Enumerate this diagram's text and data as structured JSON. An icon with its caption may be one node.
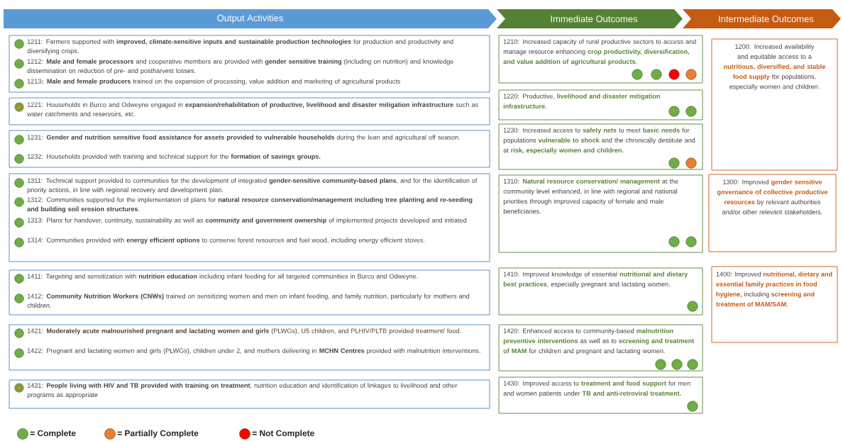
{
  "diagram": {
    "nodes": [
      {
        "text": [
          "Output Activities"
        ]
      },
      {
        "text": [
          "Immediate Outcomes"
        ]
      },
      {
        "text": [
          "Intermediate Outcomes"
        ]
      },
      {
        "text": [
          "1211: Farmers supported with **improved, climate-sensitive inputs and sustainable production technologies** for production and productivity and diversifying crops.",
          "1212: **Male and female processors** and cooperative members are provided with **gender sensitive training** (including on nutrition) and knowledge dissemination on reduction of pre- and postharvest losses.",
          "1213**: Male and female producers** trained on the expansion of processing, value addition and marketing of agricultural products"
        ]
      },
      {
        "text": [],
        "shape": "circle",
        "in": 3
      },
      {
        "text": [],
        "shape": "circle",
        "in": 3
      },
      {
        "text": [],
        "shape": "circle",
        "in": 3
      },
      {
        "text": [
          "1221: Households in Burco and Odweyne engaged in **expansion/rehabilitation of productive, livelihood and disaster mitigation infrastructure** such as water catchments and reservoirs, etc."
        ]
      },
      {
        "text": [],
        "shape": "circle",
        "in": 7
      },
      {
        "text": [
          "1231: **Gender and nutrition sensitive food assistance for assets provided to vulnerable households** during the lean and agricultural off season.",
          "1232: Households provided with training and technical support for the **formation of savings groups.**"
        ]
      },
      {
        "text": [],
        "shape": "circle",
        "in": 9
      },
      {
        "text": [],
        "shape": "circle",
        "in": 9
      },
      {
        "text": [
          "1311: Technical support provided to communities for the development of integrated **gender-sensitive community-based plans**, and for the identification of priority actions, in line with regional recovery and development plan.",
          "1312: Communities supported for the implementation of plans for **natural resource conservation/management including tree planting and re-seeding and building soil erosion structures**.",
          "1313: Plans for handover, continuity, sustainability as well as **community and  government ownership** of implemented projects developed and initiated",
          "1314: Communities provided with **energy efficient options** to conserve forest resources and fuel wood, including energy efficient stoves."
        ]
      },
      {
        "text": [],
        "shape": "circle",
        "in": 12
      },
      {
        "text": [],
        "shape": "circle",
        "in": 12
      },
      {
        "text": [],
        "shape": "circle",
        "in": 12
      },
      {
        "text": [],
        "shape": "circle",
        "in": 12
      },
      {
        "text": [
          "1411: Targeting and sensitization with **nutrition education** including infant feeding for all targeted communities in Burco and Odweyne.",
          "1412: **Community Nutrition Workers (CNWs)** trained on sensitizing women and men on infant feeding, and family nutrition, particularly for mothers and children."
        ]
      },
      {
        "text": [],
        "shape": "circle",
        "in": 17
      },
      {
        "text": [],
        "shape": "circle",
        "in": 17
      },
      {
        "text": [
          "1421: **Moderately acute malnourished pregnant and lactating women and girls** (PLWGs), U5 children, and PLHIV/PLTB provided treatment/ food.",
          "1422: Pregnant and lactating women and girls (PLWGs), children under 2, and mothers delivering in **MCHN Centres** provided with malnutrition interventions."
        ]
      },
      {
        "text": [],
        "shape": "circle",
        "in": 20
      },
      {
        "text": [],
        "shape": "circle",
        "in": 20
      },
      {
        "text": [
          "1431: **People living with HIV and TB provided with training on treatment**, nutrition education and identification of linkages to livelihood and other programs as appropriate"
        ]
      },
      {
        "text": [],
        "shape": "circle",
        "in": 23
      },
      {
        "text": [
          "1210: Increased capacity of rural productive sectors to access and manage resource enhancing **crop productivity, diversification, and value addition of agricultural products**."
        ]
      },
      {
        "text": [],
        "shape": "circle",
        "in": 25
      },
      {
        "text": [],
        "shape": "circle",
        "in": 25
      },
      {
        "text": [],
        "shape": "circle",
        "in": 25
      },
      {
        "text": [],
        "shape": "circle",
        "in": 25
      },
      {
        "text": [
          "1220: Productive, **livelihood and disaster mitigation infrastructure**."
        ]
      },
      {
        "text": [],
        "shape": "circle",
        "in": 30
      },
      {
        "text": [],
        "shape": "circle",
        "in": 30
      },
      {
        "text": [
          "1230: Increased access to **safety nets** to meet **basic needs** for populations **vulnerable to shock** and the chronically destitute and at **risk, especially women and children.**"
        ]
      },
      {
        "text": [],
        "shape": "circle",
        "in": 33
      },
      {
        "text": [],
        "shape": "circle",
        "in": 33
      },
      {
        "text": [
          "1310: **Natural resource conservation/ management** at the community level enhanced, in line with regional and national priorities through improved capacity of female and male beneficiaries."
        ]
      },
      {
        "text": [],
        "shape": "circle",
        "in": 36
      },
      {
        "text": [],
        "shape": "circle",
        "in": 36
      },
      {
        "text": [
          "1410: Improved knowledge of essential **nutritional and dietary best practices**, especially pregnant and lactating women."
        ]
      },
      {
        "text": [],
        "shape": "circle",
        "in": 39
      },
      {
        "text": [
          "1420: Enhanced access to community-based **malnutrition preventive interventions** as well as to **screening and treatment of MAM** for children and pregnant and lactating women."
        ]
      },
      {
        "text": [],
        "shape": "circle",
        "in": 41
      },
      {
        "text": [],
        "shape": "circle",
        "in": 41
      },
      {
        "text": [],
        "shape": "circle",
        "in": 41
      },
      {
        "text": [
          "1430: Improved access to **treatment and food support** for men and women patients under **TB and anti-retroviral treatment.**"
        ]
      },
      {
        "text": [],
        "shape": "circle",
        "in": 45
      },
      {
        "text": [
          "1200: Increased availability and equitable access to a **nutritious, diversified, and stable food supply** for populations, especially women and children."
        ]
      },
      {
        "text": [
          "1300: Improved **gender sensitive governance of collective productive resources** by relevant authorities and/or other relevant stakeholders."
        ]
      },
      {
        "text": [
          "1400: Improved **nutritional, dietary and essential family practices in food hygiene,** including **screening and treatment of MAM/SAM**."
        ]
      }
    ],
    "legend": [
      {
        "text": "= Complete",
        "color": "#70ad47"
      },
      {
        "text": "= Partially Complete",
        "color": "#ed7d31"
      },
      {
        "text": "= Not Complete",
        "color": "#ff0000"
      }
    ]
  }
}
